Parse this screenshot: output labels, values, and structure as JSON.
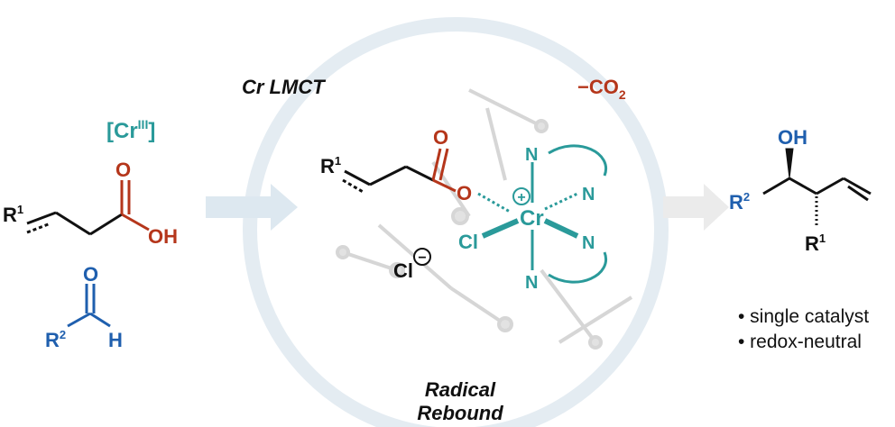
{
  "colors": {
    "teal": "#2a9a9a",
    "red": "#b5361b",
    "blue": "#1f5fae",
    "black": "#111111",
    "circle": "#e4ecf2",
    "arrow_left": "#dde8f0",
    "arrow_right": "#ebebeb"
  },
  "catalyst": {
    "open": "[Cr",
    "sup": "III",
    "close": "]"
  },
  "acid": {
    "r": "R",
    "r_sup": "1",
    "carbonyl_o": "O",
    "oh": "OH"
  },
  "aldehyde": {
    "o": "O",
    "r": "R",
    "r_sup": "2",
    "h": "H"
  },
  "cycle": {
    "lmct": "Cr LMCT",
    "co2": "−CO",
    "co2_sub": "2",
    "rebound_1": "Radical",
    "rebound_2": "Rebound"
  },
  "complex": {
    "r": "R",
    "r_sup": "1",
    "carbonyl_o": "O",
    "ester_o": "O",
    "metal": "Cr",
    "plus": "+",
    "minus": "−",
    "n1": "N",
    "n2": "N",
    "n3": "N",
    "n4": "N",
    "cl_bound": "Cl",
    "cl_counter": "Cl"
  },
  "product": {
    "oh": "OH",
    "r2": "R",
    "r2_sup": "2",
    "r1": "R",
    "r1_sup": "1"
  },
  "features": [
    "• single catalyst",
    "• redox-neutral"
  ]
}
